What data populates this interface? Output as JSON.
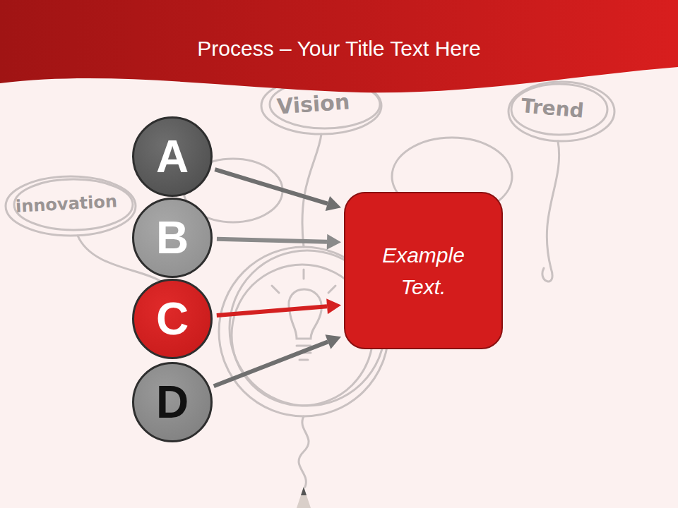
{
  "diagram": {
    "title": "Process – Your Title Text Here",
    "nodes": [
      {
        "text": [
          "A"
        ]
      },
      {
        "text": [
          "B"
        ]
      },
      {
        "text": [
          "C"
        ]
      },
      {
        "text": [
          "D"
        ]
      },
      {
        "text": [
          "Example Text."
        ]
      }
    ],
    "edges": [
      {
        "from": 0,
        "to": 4,
        "arrow": "to"
      },
      {
        "from": 1,
        "to": 4,
        "arrow": "to"
      },
      {
        "from": 2,
        "to": 4,
        "arrow": "to"
      },
      {
        "from": 3,
        "to": 4,
        "arrow": "to"
      }
    ],
    "labels": [
      "Vision",
      "Trend",
      "innovation"
    ]
  }
}
